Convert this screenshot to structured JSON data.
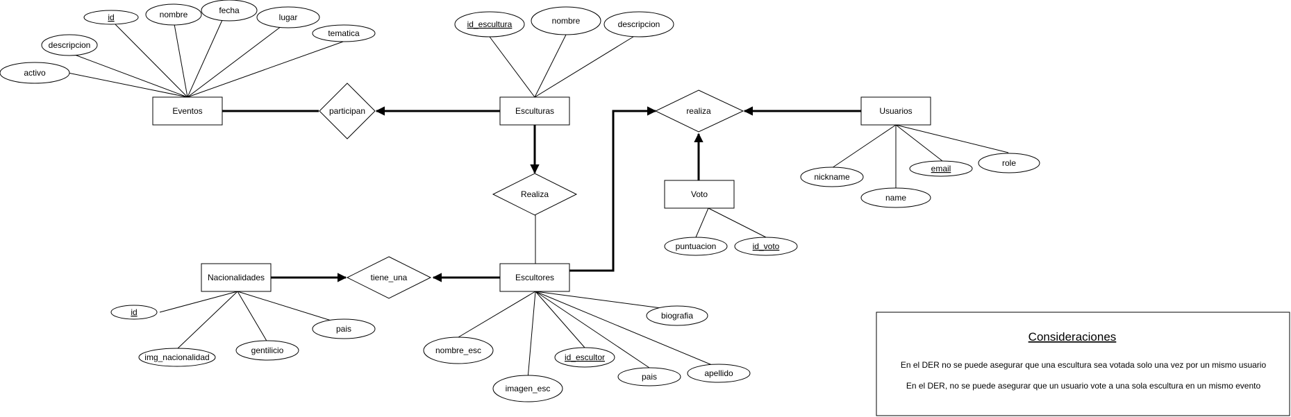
{
  "entities": {
    "eventos": "Eventos",
    "esculturas": "Esculturas",
    "usuarios": "Usuarios",
    "voto": "Voto",
    "nacionalidades": "Nacionalidades",
    "escultores": "Escultores"
  },
  "relationships": {
    "participan": "participan",
    "realiza_voto": "realiza",
    "realiza_escultura": "Realiza",
    "tiene_una": "tiene_una"
  },
  "attributes": {
    "eventos": {
      "id": "id",
      "nombre": "nombre",
      "fecha": "fecha",
      "lugar": "lugar",
      "tematica": "tematica",
      "descripcion": "descripcion",
      "activo": "activo"
    },
    "esculturas": {
      "id_escultura": "id_escultura",
      "nombre": "nombre",
      "descripcion": "descripcion"
    },
    "usuarios": {
      "nickname": "nickname",
      "name": "name",
      "email": "email",
      "role": "role"
    },
    "voto": {
      "puntuacion": "puntuacion",
      "id_voto": "id_voto"
    },
    "nacionalidades": {
      "id": "id",
      "img_nacionalidad": "img_nacionalidad",
      "gentilicio": "gentilicio",
      "pais": "pais"
    },
    "escultores": {
      "biografia": "biografia",
      "nombre_esc": "nombre_esc",
      "id_escultor": "id_escultor",
      "apellido": "apellido",
      "pais": "pais",
      "imagen_esc": "imagen_esc"
    }
  },
  "considerations": {
    "title": "Consideraciones",
    "line1": "En el DER no se puede asegurar que una escultura sea votada solo una vez por un mismo usuario",
    "line2": "En el DER, no se puede asegurar que un usuario vote a una sola escultura en un mismo evento"
  }
}
